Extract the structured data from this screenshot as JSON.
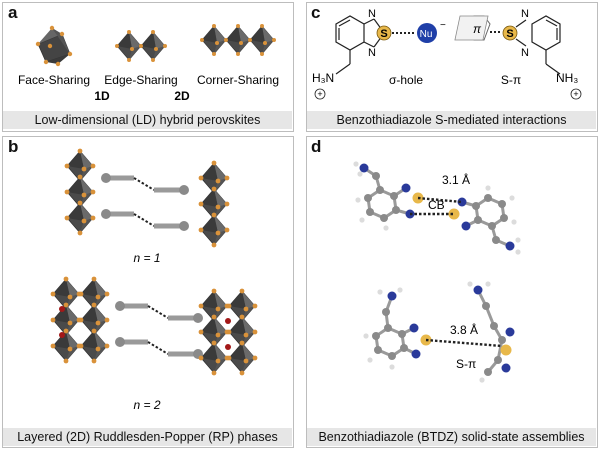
{
  "panels": {
    "a": {
      "label": "a",
      "structures": [
        {
          "name": "Face-Sharing",
          "dim": ""
        },
        {
          "name": "Edge-Sharing",
          "dim": "1D"
        },
        {
          "name": "Corner-Sharing",
          "dim": "2D"
        }
      ],
      "caption": "Low-dimensional (LD) hybrid perovskites"
    },
    "b": {
      "label": "b",
      "n1": "n = 1",
      "n2": "n = 2",
      "caption": "Layered (2D) Ruddlesden-Popper (RP) phases"
    },
    "c": {
      "label": "c",
      "left": {
        "n_top": "N",
        "n_bottom": "N",
        "s": "S",
        "nu": "Nu",
        "nu_charge": "−",
        "h3n": "H₃N",
        "plus": "+",
        "name": "σ-hole"
      },
      "right": {
        "n_top": "N",
        "n_bottom": "N",
        "s": "S",
        "pi": "π",
        "nh3": "NH₃",
        "plus": "+",
        "name": "S-π"
      },
      "caption": "Benzothiadiazole S-mediated interactions"
    },
    "d": {
      "label": "d",
      "top_distance": "3.1 Å",
      "top_tag": "CB",
      "bottom_distance": "3.8 Å",
      "bottom_tag": "S-π",
      "caption": "Benzothiadiazole (BTDZ) solid-state assemblies"
    }
  },
  "colors": {
    "octahedron": "#4a4a4a",
    "vertex": "#d9923a",
    "sulfur": "#e8b84a",
    "nitrogen": "#2a3a9a",
    "carbon": "#8a8a8a",
    "hydrogen": "#dcdcdc",
    "caption_bg": "#e6e6e6",
    "nu_blue": "#1f3fa8"
  }
}
